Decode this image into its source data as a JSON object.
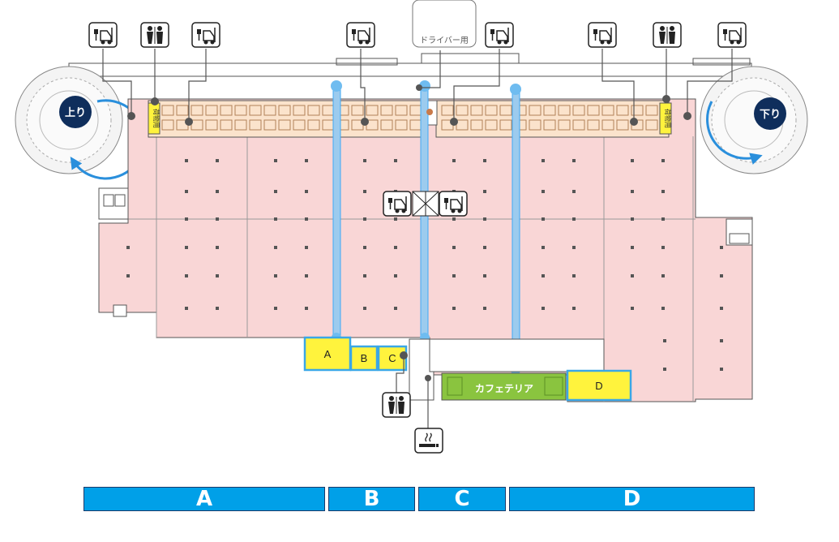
{
  "ramps": {
    "up_label": "上り",
    "down_label": "下り"
  },
  "driver_facility": {
    "label": "ドライバー用"
  },
  "elevator_label": "荷物用",
  "cafeteria": {
    "label": "カフェテリア"
  },
  "office_sections": [
    "A",
    "B",
    "C",
    "D"
  ],
  "bottom_blocks": [
    "A",
    "B",
    "C",
    "D"
  ],
  "icons": {
    "forklift_charger": "forklift-charger-icon",
    "restroom": "restroom-icon",
    "smoking": "smoking-area-icon",
    "ramp": "ramp-icon"
  },
  "colors": {
    "warehouse_floor": "#f9d6d6",
    "truck_berth": "#fbe3cc",
    "office": "#fff33d",
    "office_border": "#3aa7e6",
    "cafeteria": "#8ac43f",
    "ramp_badge": "#0f2e5c",
    "corridor": "#3fa9f5",
    "bottom_block": "#00a0e8"
  }
}
